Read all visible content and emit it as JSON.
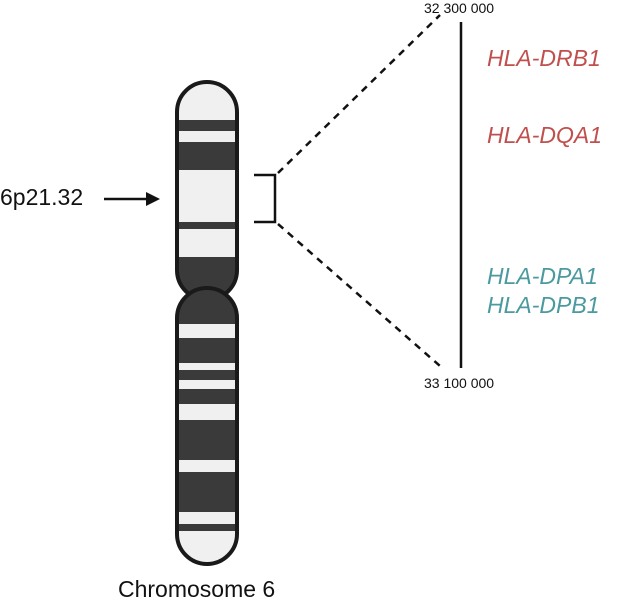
{
  "band_label": "6p21.32",
  "chromosome_label": "Chromosome 6",
  "region": {
    "start": "32 300 000",
    "end": "33 100 000"
  },
  "genes": [
    {
      "name": "HLA-DRB1",
      "color": "#c0504d"
    },
    {
      "name": "HLA-DQA1",
      "color": "#c0504d"
    },
    {
      "name": "HLA-DPA1",
      "color": "#4a9aa0"
    },
    {
      "name": "HLA-DPB1",
      "color": "#4a9aa0"
    }
  ],
  "colors": {
    "outline": "#1a1a1a",
    "dark_band": "#3a3a3a",
    "light_band": "#f0f0f0"
  }
}
